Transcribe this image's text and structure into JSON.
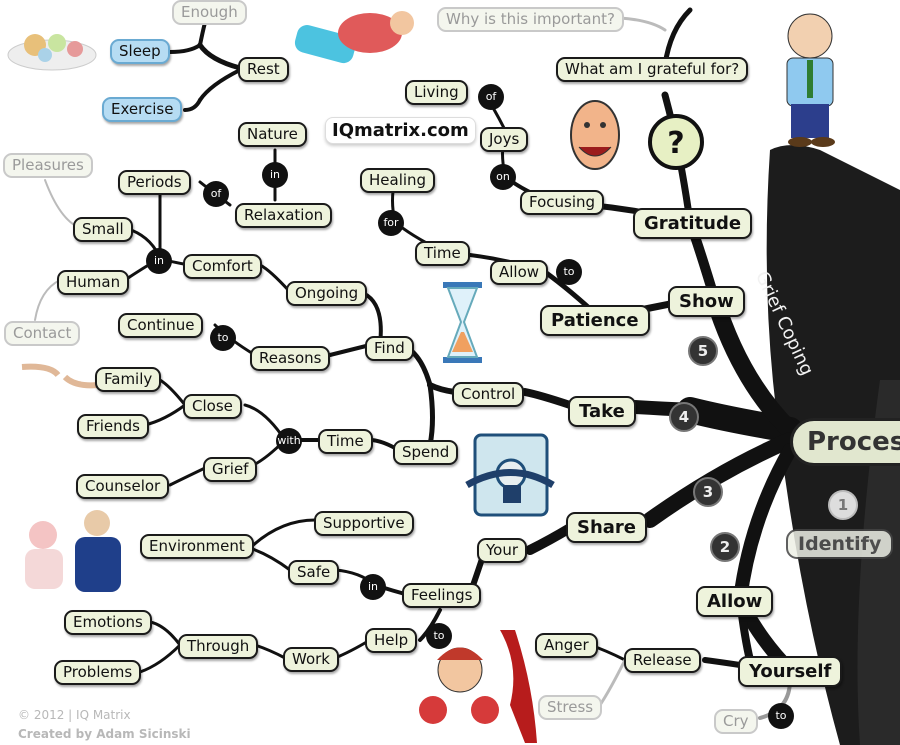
{
  "brand": "IQmatrix.com",
  "side_title": "Grief Coping",
  "process_label": "Process",
  "identify_label": "Identify",
  "footer": {
    "copyright": "© 2012 | IQ Matrix",
    "credit": "Created by Adam Sicinski"
  },
  "numbers": [
    "1",
    "2",
    "3",
    "4",
    "5"
  ],
  "nodes": {
    "enough": "Enough",
    "sleep": "Sleep",
    "rest": "Rest",
    "exercise": "Exercise",
    "why": "Why is this important?",
    "grateful": "What am I grateful for?",
    "living": "Living",
    "joys": "Joys",
    "focusing": "Focusing",
    "gratitude": "Gratitude",
    "healing": "Healing",
    "time1": "Time",
    "allow1": "Allow",
    "patience": "Patience",
    "show": "Show",
    "nature": "Nature",
    "periods": "Periods",
    "relaxation": "Relaxation",
    "pleasures": "Pleasures",
    "small": "Small",
    "human": "Human",
    "comfort": "Comfort",
    "contact": "Contact",
    "ongoing": "Ongoing",
    "find": "Find",
    "continue": "Continue",
    "reasons": "Reasons",
    "control": "Control",
    "take": "Take",
    "family": "Family",
    "friends": "Friends",
    "close": "Close",
    "time2": "Time",
    "spend": "Spend",
    "counselor": "Counselor",
    "grief": "Grief",
    "environment": "Environment",
    "supportive": "Supportive",
    "safe": "Safe",
    "feelings": "Feelings",
    "your": "Your",
    "share": "Share",
    "emotions": "Emotions",
    "problems": "Problems",
    "through": "Through",
    "work": "Work",
    "help": "Help",
    "allow2": "Allow",
    "anger": "Anger",
    "stress": "Stress",
    "release": "Release",
    "yourself": "Yourself",
    "cry": "Cry"
  },
  "connectors": {
    "of1": "of",
    "on": "on",
    "for": "for",
    "to1": "to",
    "in1": "in",
    "of2": "of",
    "in2": "in",
    "to2": "to",
    "with": "with",
    "in3": "in",
    "to3": "to",
    "to4": "to"
  }
}
